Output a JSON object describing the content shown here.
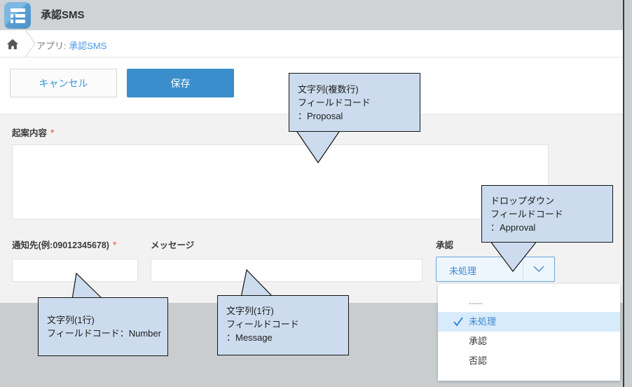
{
  "header": {
    "app_title": "承認SMS",
    "app_icon": "list-app-icon"
  },
  "breadcrumb": {
    "home_icon": "home-icon",
    "separator_icon": "chevron-right-icon",
    "prefix": "アプリ: ",
    "app_name": "承認SMS"
  },
  "toolbar": {
    "cancel_label": "キャンセル",
    "save_label": "保存"
  },
  "form": {
    "proposal": {
      "label": "起案内容",
      "required_marker": "*",
      "value": ""
    },
    "number": {
      "label": "通知先(例:09012345678)",
      "required_marker": "*",
      "value": ""
    },
    "message": {
      "label": "メッセージ",
      "value": ""
    },
    "approval": {
      "label": "承認",
      "selected_value": "未処理",
      "chevron_icon": "chevron-down-icon",
      "options": [
        {
          "label": "-----",
          "selected": false
        },
        {
          "label": "未処理",
          "selected": true
        },
        {
          "label": "承認",
          "selected": false
        },
        {
          "label": "否認",
          "selected": false
        }
      ],
      "check_icon": "check-icon"
    }
  },
  "callouts": {
    "proposal": "文字列(複数行)\nフィールドコード\n：Proposal",
    "approval": "ドロップダウン\nフィールドコード\n：Approval",
    "number": "文字列(1行)\nフィールドコード：Number",
    "message": "文字列(1行)\nフィールドコード\n：Message"
  },
  "colors": {
    "accent_blue": "#3a8ecb",
    "link_blue": "#4b96e6",
    "callout_fill": "#ccdcee",
    "required_red": "#e8503a",
    "header_gray": "#cfd3d5",
    "form_gray": "#f2f2f2",
    "page_gray": "#c9cdcf"
  }
}
